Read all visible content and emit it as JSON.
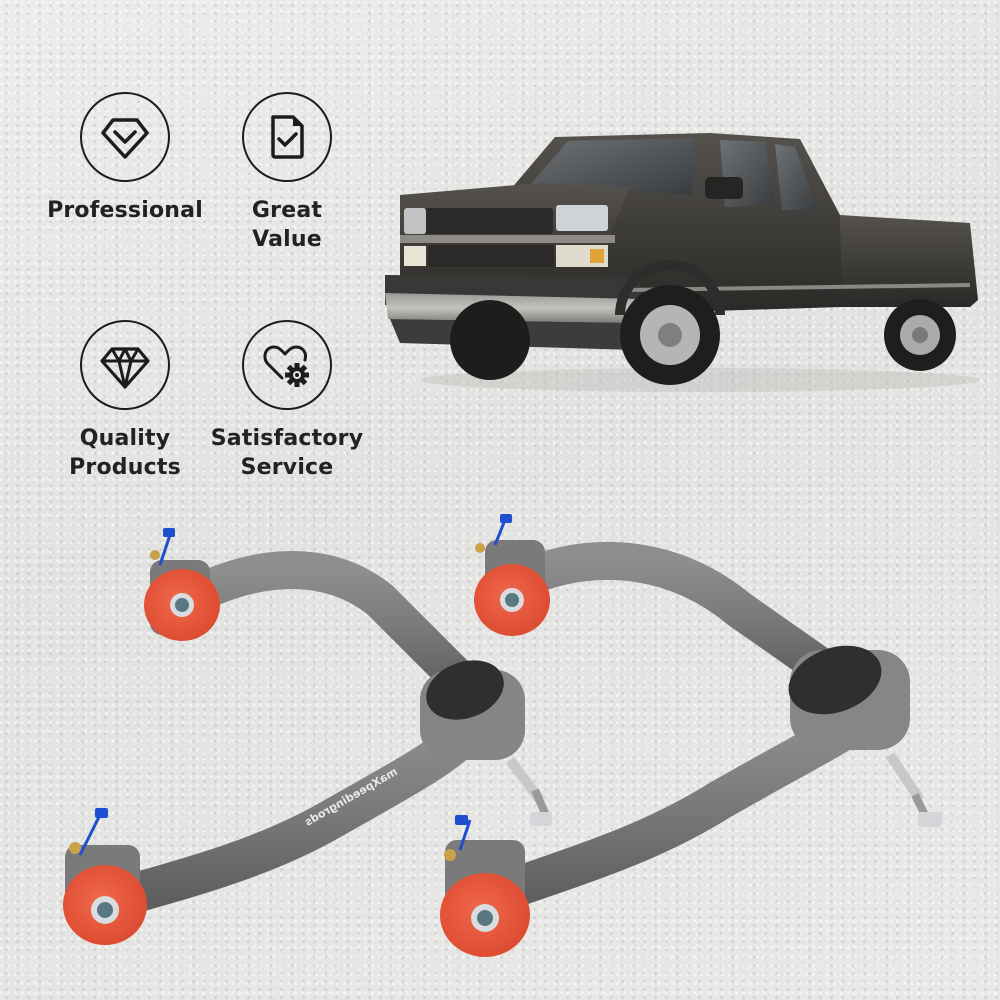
{
  "features": [
    {
      "label": "Professional",
      "icon": "gem-check-icon"
    },
    {
      "label": "Great\nValue",
      "icon": "document-check-icon"
    },
    {
      "label": "Quality\nProducts",
      "icon": "diamond-icon"
    },
    {
      "label": "Satisfactory\nService",
      "icon": "heart-gear-icon"
    }
  ],
  "product": {
    "vehicle": "dark gray extended-cab pickup truck",
    "part": "upper control arms (pair)",
    "brand_mark": "maXpeedingrods",
    "colors": {
      "arm": "#7b7b7b",
      "bushing": "#e8553a",
      "ball_joint_cap": "#2f2f2f",
      "zerk_cap": "#1f4fd0",
      "fitting": "#c9a24a",
      "truck_body": "#3d3b38"
    }
  }
}
